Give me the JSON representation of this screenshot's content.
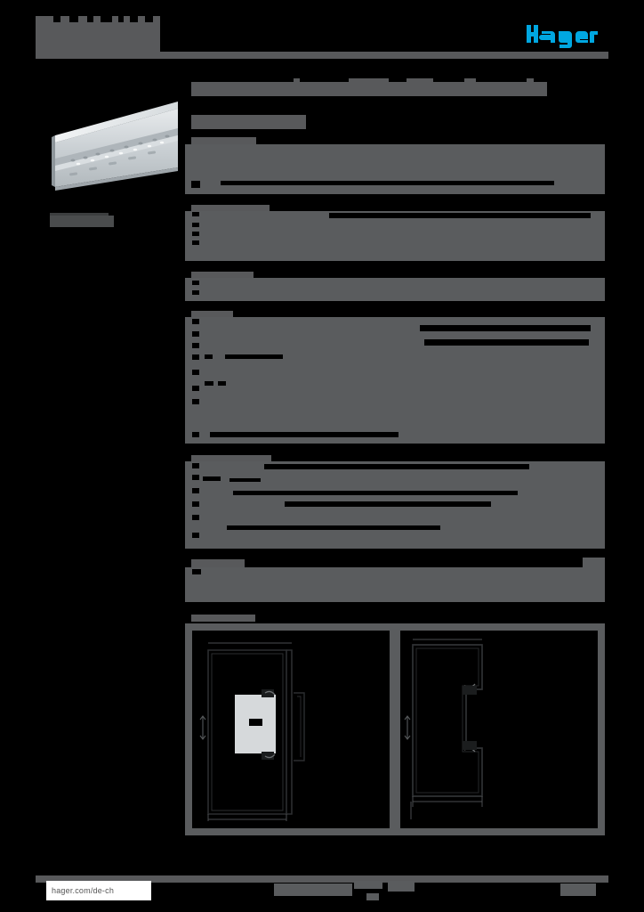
{
  "document": {
    "kind": "product-datasheet",
    "state": "redacted",
    "page_background": "#000000",
    "redaction_color": "#5a5c5e",
    "brand_color": "#00a7e1"
  },
  "header": {
    "title_redacted": "",
    "logo": {
      "name": "hager",
      "wordmark": "hager",
      "color": "#00a7e1"
    }
  },
  "sidebar": {
    "product_image_alt": "cable trunking profile",
    "caption_redacted": ""
  },
  "main": {
    "title_redacted": "",
    "subtitle_redacted": "",
    "sections": [
      {
        "id": "a",
        "heading_redacted": "",
        "body_redacted": ""
      },
      {
        "id": "b",
        "heading_redacted": "",
        "body_redacted": ""
      },
      {
        "id": "c",
        "heading_redacted": "",
        "body_redacted": ""
      },
      {
        "id": "d",
        "heading_redacted": "",
        "body_redacted": ""
      },
      {
        "id": "e",
        "heading_redacted": "",
        "body_redacted": ""
      },
      {
        "id": "f",
        "heading_redacted": "",
        "body_redacted": ""
      },
      {
        "id": "g",
        "heading_redacted": "",
        "body_redacted": ""
      }
    ],
    "drawings": {
      "heading_redacted": "",
      "items": [
        {
          "id": "left",
          "label_redacted": "",
          "alt": "trunking cross-section with partition"
        },
        {
          "id": "right",
          "label_redacted": "",
          "alt": "trunking cross-section outline"
        }
      ]
    }
  },
  "footer": {
    "url": "hager.com/de-ch",
    "center_redacted": "",
    "page_number_redacted": ""
  }
}
